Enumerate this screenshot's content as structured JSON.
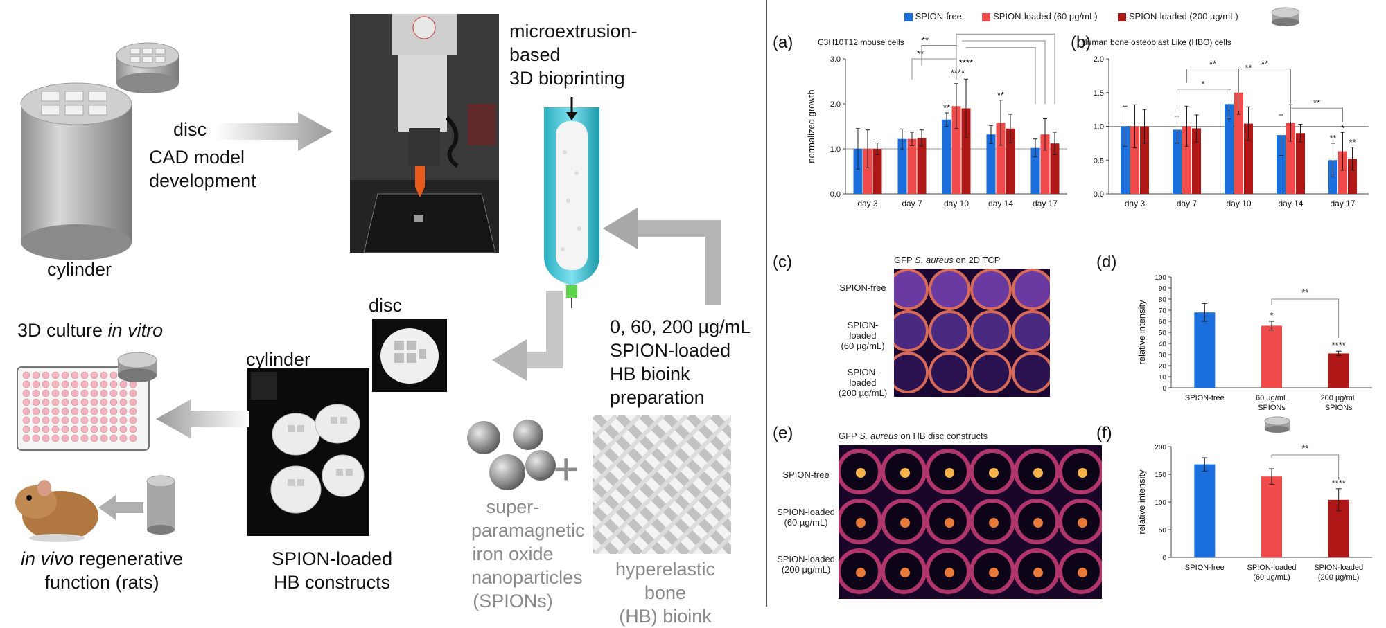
{
  "workflow": {
    "cad_model_development": "CAD model\ndevelopment",
    "cylinder_top": "cylinder",
    "disc_top": "disc",
    "bioprinting_label": "microextrusion-\nbased\n3D bioprinting",
    "disc_photo_label": "disc",
    "cylinder_photo_label": "cylinder",
    "culture_label_prefix": "3D culture ",
    "culture_label_italic": "in vitro",
    "invivo_label_italic": "in vivo",
    "invivo_label_rest": " regenerative\nfunction (rats)",
    "constructs_label": "SPION-loaded\nHB constructs",
    "bioink_prep_label": "0, 60, 200 µg/mL\nSPION-loaded\nHB bioink\npreparation",
    "spions_label": "super-\nparamagnetic\niron oxide\nnanoparticles\n(SPIONs)",
    "hb_bioink_label": "hyperelastic bone\n(HB) bioink",
    "plus_sign": "+"
  },
  "legend": {
    "items": [
      {
        "label": "SPION-free",
        "color": "#1a6fdc"
      },
      {
        "label": "SPION-loaded (60 µg/mL)",
        "color": "#f04a4a"
      },
      {
        "label": "SPION-loaded (200 µg/mL)",
        "color": "#b01818"
      }
    ]
  },
  "panel_labels": {
    "a": "(a)",
    "b": "(b)",
    "c": "(c)",
    "d": "(d)",
    "e": "(e)",
    "f": "(f)"
  },
  "chart_data": [
    {
      "id": "a",
      "type": "bar",
      "title": "C3H10T12 mouse cells",
      "ylabel": "normalized growth",
      "ylim": [
        0,
        3.0
      ],
      "yticks": [
        "0.0",
        "1.0",
        "2.0",
        "3.0"
      ],
      "categories": [
        "day 3",
        "day 7",
        "day 10",
        "day 14",
        "day 17"
      ],
      "series": [
        {
          "name": "SPION-free",
          "values": [
            1.0,
            1.22,
            1.65,
            1.32,
            1.02
          ],
          "errors": [
            0.45,
            0.22,
            0.15,
            0.2,
            0.2
          ]
        },
        {
          "name": "SPION-loaded (60 µg/mL)",
          "values": [
            1.0,
            1.22,
            1.95,
            1.58,
            1.32
          ],
          "errors": [
            0.42,
            0.15,
            0.5,
            0.5,
            0.35
          ]
        },
        {
          "name": "SPION-loaded (200 µg/mL)",
          "values": [
            1.0,
            1.24,
            1.9,
            1.45,
            1.12
          ],
          "errors": [
            0.13,
            0.18,
            0.65,
            0.32,
            0.25
          ]
        }
      ],
      "annotations": [
        "**",
        "**",
        "****",
        "****",
        "**",
        "**",
        "**",
        "**"
      ]
    },
    {
      "id": "b",
      "type": "bar",
      "title": "Human bone osteoblast Like (HBO) cells",
      "ylim": [
        0,
        2.0
      ],
      "yticks": [
        "0.0",
        "0.5",
        "1.0",
        "1.5",
        "2.0"
      ],
      "categories": [
        "day 3",
        "day 7",
        "day 10",
        "day 14",
        "day 17"
      ],
      "series": [
        {
          "name": "SPION-free",
          "values": [
            1.0,
            0.95,
            1.33,
            0.87,
            0.5
          ],
          "errors": [
            0.3,
            0.2,
            0.22,
            0.3,
            0.25
          ]
        },
        {
          "name": "SPION-loaded (60 µg/mL)",
          "values": [
            1.0,
            1.0,
            1.5,
            1.05,
            0.63
          ],
          "errors": [
            0.32,
            0.3,
            0.32,
            0.27,
            0.28
          ]
        },
        {
          "name": "SPION-loaded (200 µg/mL)",
          "values": [
            1.0,
            0.97,
            1.04,
            0.9,
            0.52
          ],
          "errors": [
            0.25,
            0.2,
            0.25,
            0.13,
            0.17
          ]
        }
      ],
      "annotations": [
        "**",
        "*",
        "**",
        "**",
        "**",
        "**",
        "*",
        "**"
      ]
    },
    {
      "id": "d",
      "type": "bar",
      "ylabel": "relative intensity",
      "ylim": [
        0,
        100
      ],
      "yticks": [
        "0",
        "10",
        "20",
        "30",
        "40",
        "50",
        "60",
        "70",
        "80",
        "90",
        "100"
      ],
      "categories": [
        "SPION-free",
        "60 µg/mL\nSPIONs",
        "200 µg/mL\nSPIONs"
      ],
      "values": [
        68,
        56,
        31
      ],
      "errors": [
        8,
        4,
        2
      ],
      "colors": [
        "#1a6fdc",
        "#f04a4a",
        "#b01818"
      ],
      "annotations": [
        "*",
        "****",
        "**"
      ]
    },
    {
      "id": "f",
      "type": "bar",
      "ylabel": "relative intensity",
      "ylim": [
        0,
        200
      ],
      "yticks": [
        "0",
        "50",
        "100",
        "150",
        "200"
      ],
      "categories": [
        "SPION-free",
        "SPION-loaded\n(60 µg/mL)",
        "SPION-loaded\n(200 µg/mL)"
      ],
      "values": [
        168,
        146,
        104
      ],
      "errors": [
        12,
        14,
        20
      ],
      "colors": [
        "#1a6fdc",
        "#f04a4a",
        "#b01818"
      ],
      "annotations": [
        "****",
        "**"
      ]
    }
  ],
  "imaging": {
    "c": {
      "title_prefix": "GFP ",
      "title_italic": "S. aureus",
      "title_suffix": " on 2D TCP",
      "row_labels": [
        "SPION-free",
        "SPION-loaded\n(60 µg/mL)",
        "SPION-loaded\n(200 µg/mL)"
      ]
    },
    "e": {
      "title_prefix": "GFP ",
      "title_italic": "S. aureus",
      "title_suffix": " on HB disc constructs",
      "row_labels": [
        "SPION-free",
        "SPION-loaded\n(60 µg/mL)",
        "SPION-loaded\n(200 µg/mL)"
      ]
    }
  }
}
